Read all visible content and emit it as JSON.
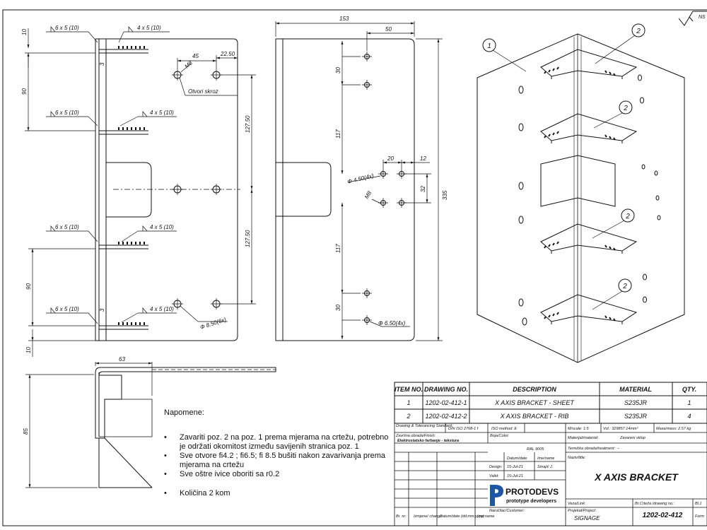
{
  "view1": {
    "welds": [
      "6 x 5 (10)",
      "4 x 5 (10)"
    ],
    "dims": {
      "d45": "45",
      "d2250": "22.50",
      "d3": "3",
      "d90": "90",
      "d10": "10",
      "d12750": "127.50",
      "d850": "Φ 8.50(6x)"
    },
    "callouts": {
      "m8": "M8",
      "hole": "Otvori skroz"
    }
  },
  "view2": {
    "dims": {
      "d153": "153",
      "d50": "50",
      "d30": "30",
      "d117": "117",
      "d20": "20",
      "d12": "12",
      "d32": "32",
      "d335": "335",
      "d450": "Φ 4.50(4x)",
      "d650": "Φ 6.50(4x)",
      "m8": "M8"
    }
  },
  "view3": {
    "dims": {
      "d63": "63",
      "d85": "85"
    }
  },
  "iso": {
    "balloons": [
      "1",
      "2"
    ]
  },
  "notes": {
    "heading": "Napomene:",
    "items": [
      "Zavariti poz. 2 na poz. 1 prema mjerama na crtežu, potrebno je održati okomitost između savijenih stranica poz. 1",
      "Sve otvore fi4.2 ; fi6.5; fi 8.5 bušiti nakon zavarivanja prema mjerama na crtežu",
      "Sve oštre ivice oboriti sa r0.2",
      "Količina 2 kom"
    ]
  },
  "bom": {
    "headers": [
      "ITEM NO.",
      "DRAWING NO.",
      "DESCRIPTION",
      "MATERIAL",
      "QTY."
    ],
    "rows": [
      {
        "item": "1",
        "drawing": "1202-02-412-1",
        "desc": "X AXIS BRACKET - SHEET",
        "material": "S235JR",
        "qty": "1"
      },
      {
        "item": "2",
        "drawing": "1202-02-412-2",
        "desc": "X AXIS BRACKET - RIB",
        "material": "S235JR",
        "qty": "4"
      }
    ]
  },
  "title_block": {
    "tolerancing_label": "Drawing & Tolerancing Standard:",
    "standard": "DIN ISO 2768-1 f",
    "iso_method": "ISO method: E",
    "scale": "M/scale: 1:5",
    "volume": "Vol.: 329857.14mm³",
    "mass": "Masa/mass: 2.57 kg",
    "finish_label": "Završna obrada/Finish:",
    "finish": "Elektrostatsko farbanje - tekstura",
    "color_label": "Boja/Color:",
    "color": "RAL 9005",
    "material_label": "Materijal/material:",
    "material": "Zavareni sklop",
    "treatment_label": "Termička obrada/treatment:",
    "treatment": "–",
    "name_label": "Naziv/title:",
    "title": "X AXIS BRACKET",
    "date_hdr": "Datum/date",
    "name_hdr": "Ime/name",
    "design_lbl": "Design:",
    "design_date": "15-Jul-21",
    "design_name": "Smajić J.",
    "valid_lbl": "Valid:",
    "valid_date": "15-Jul-21",
    "company": "PROTODEVS",
    "company_sub": "prototype developers",
    "veza_label": "Veza/Link:",
    "drawing_no_label": "Br.Crteža /drawing no.:",
    "drawing_no": "1202-02-412",
    "customer_label": "Naručilac/Customer:",
    "project_label": "Projekat/Project:",
    "project": "SIGNAGE",
    "rev_col1": "Br. nr.",
    "rev_col2": "Izmjene/ change",
    "rev_col3": "Datum/date (dd.mm.yyyy)",
    "rev_col4": "Ime name",
    "sheet": "Bl.1",
    "format": "Form"
  },
  "surface_symbol": "NS"
}
